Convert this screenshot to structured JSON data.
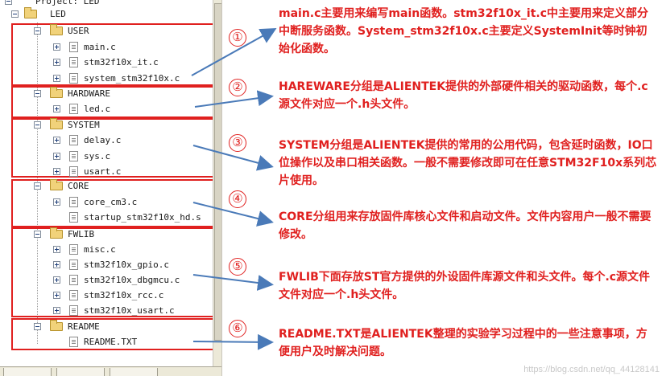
{
  "tree": {
    "project_label": "Project: LED",
    "target_label": "LED",
    "groups": [
      {
        "name": "USER",
        "files": [
          "main.c",
          "stm32f10x_it.c",
          "system_stm32f10x.c"
        ]
      },
      {
        "name": "HARDWARE",
        "files": [
          "led.c"
        ]
      },
      {
        "name": "SYSTEM",
        "files": [
          "delay.c",
          "sys.c",
          "usart.c"
        ]
      },
      {
        "name": "CORE",
        "files": [
          "core_cm3.c",
          "startup_stm32f10x_hd.s"
        ]
      },
      {
        "name": "FWLIB",
        "files": [
          "misc.c",
          "stm32f10x_gpio.c",
          "stm32f10x_dbgmcu.c",
          "stm32f10x_rcc.c",
          "stm32f10x_usart.c"
        ]
      },
      {
        "name": "README",
        "files": [
          "README.TXT"
        ]
      }
    ]
  },
  "notes": [
    {
      "num": "①",
      "text": "main.c主要用来编写main函数。stm32f10x_it.c中主要用来定义部分中断服务函数。System_stm32f10x.c主要定义SystemInit等时钟初始化函数。"
    },
    {
      "num": "②",
      "text": "HAREWARE分组是ALIENTEK提供的外部硬件相关的驱动函数，每个.c源文件对应一个.h头文件。"
    },
    {
      "num": "③",
      "text": "SYSTEM分组是ALIENTEK提供的常用的公用代码，包含延时函数，IO口位操作以及串口相关函数。一般不需要修改即可在任意STM32F10x系列芯片使用。"
    },
    {
      "num": "④",
      "text": "CORE分组用来存放固件库核心文件和启动文件。文件内容用户一般不需要修改。"
    },
    {
      "num": "⑤",
      "text": "FWLIB下面存放ST官方提供的外设固件库源文件和头文件。每个.c源文件文件对应一个.h头文件。"
    },
    {
      "num": "⑥",
      "text": "README.TXT是ALIENTEK整理的实验学习过程中的一些注意事项，方便用户及时解决问题。"
    }
  ],
  "watermark": "https://blog.csdn.net/qq_44128141",
  "colors": {
    "annotation": "#e0201f",
    "arrow": "#4a7ab8"
  }
}
